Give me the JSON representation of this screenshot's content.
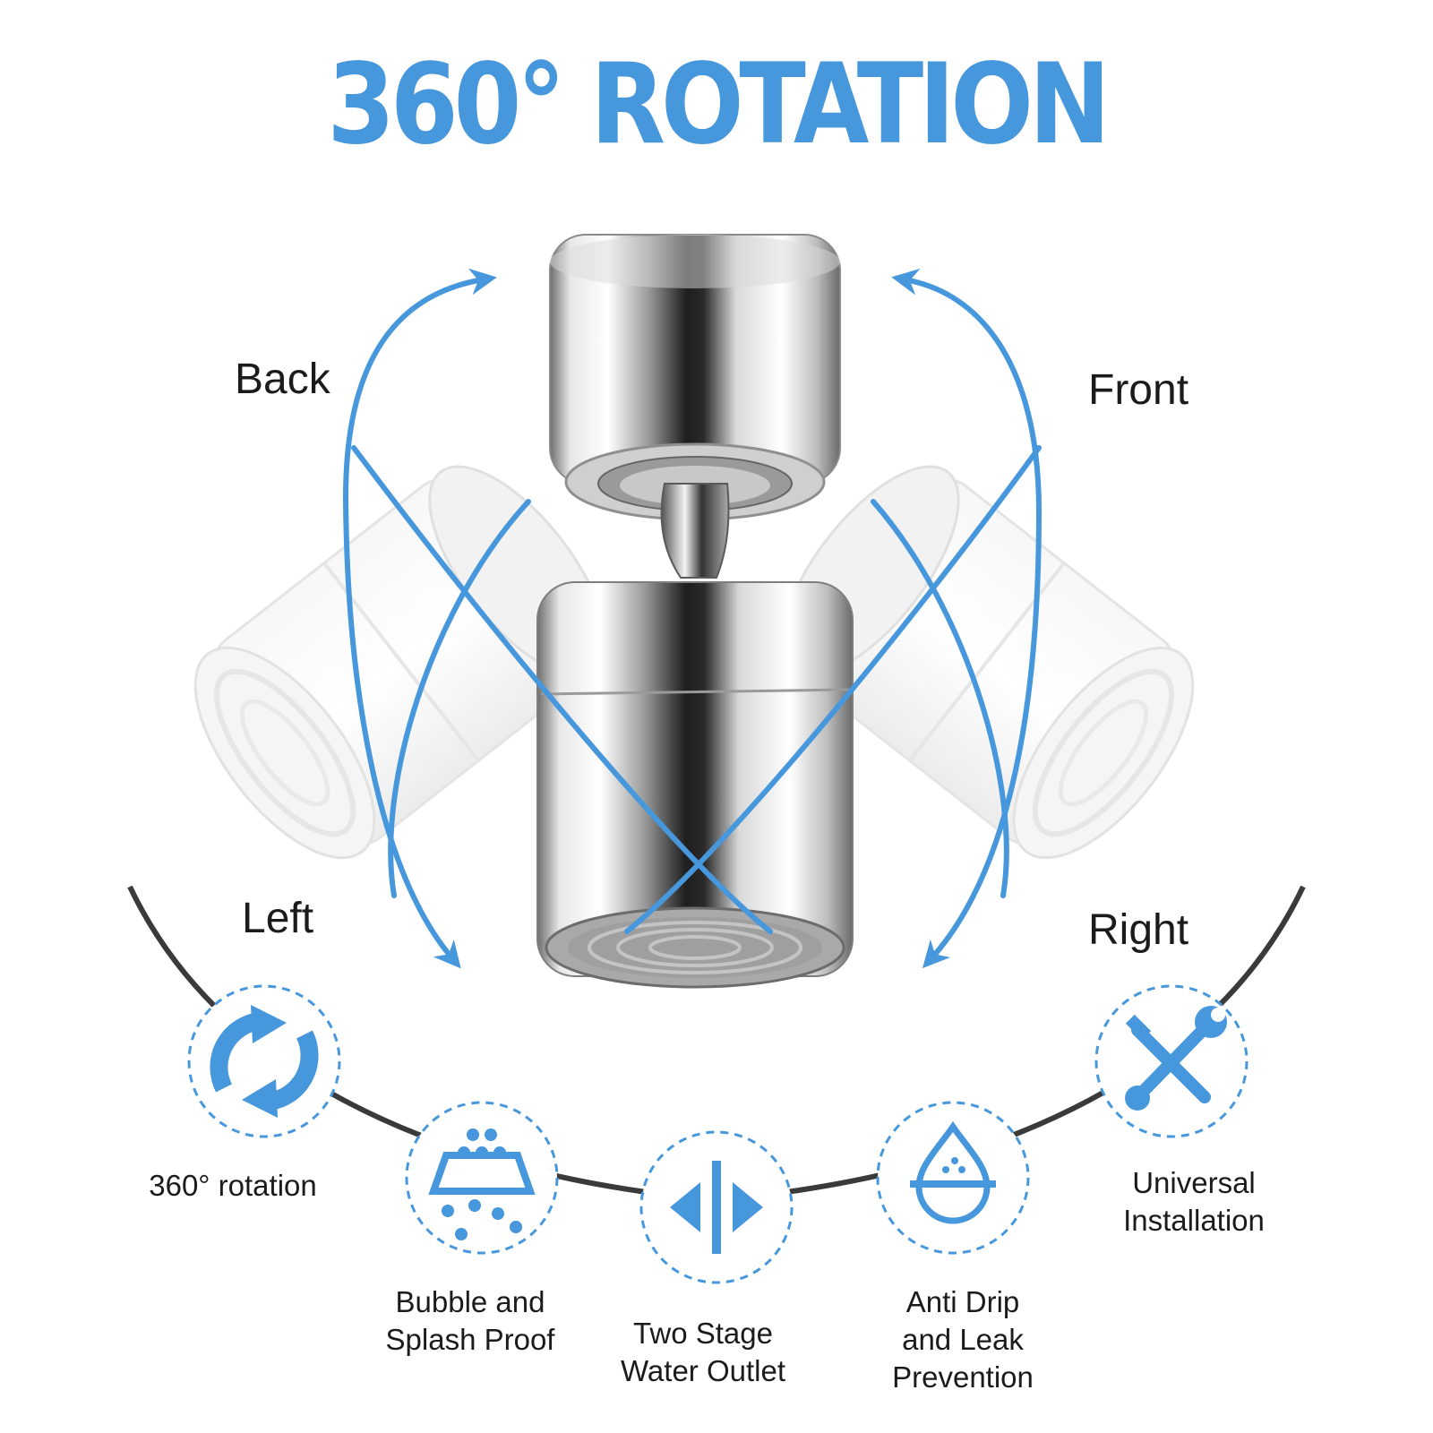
{
  "title": "360° ROTATION",
  "accent_color": "#4797dc",
  "directions": {
    "back": "Back",
    "front": "Front",
    "left": "Left",
    "right": "Right"
  },
  "features": [
    {
      "icon": "rotation-arrows-icon",
      "lines": [
        "360° rotation"
      ]
    },
    {
      "icon": "bubble-splash-icon",
      "lines": [
        "Bubble and",
        "Splash Proof"
      ]
    },
    {
      "icon": "two-stage-outlet-icon",
      "lines": [
        "Two Stage",
        "Water Outlet"
      ]
    },
    {
      "icon": "water-drop-icon",
      "lines": [
        "Anti Drip",
        "and Leak",
        "Prevention"
      ]
    },
    {
      "icon": "wrench-screwdriver-icon",
      "lines": [
        "Universal",
        "Installation"
      ]
    }
  ]
}
